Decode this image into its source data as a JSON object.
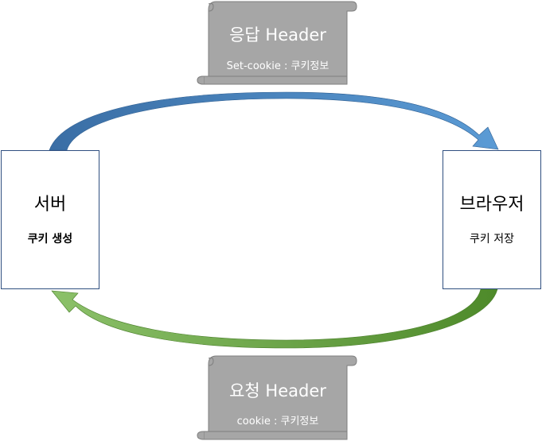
{
  "server": {
    "title": "서버",
    "subtitle": "쿠키 생성"
  },
  "browser": {
    "title": "브라우저",
    "subtitle": "쿠키 저장"
  },
  "response": {
    "title": "응답 Header",
    "subtitle": "Set-cookie : 쿠키정보"
  },
  "request": {
    "title": "요청 Header",
    "subtitle": "cookie : 쿠키정보"
  },
  "colors": {
    "box_border": "#2f4f80",
    "response_arrow_start": "#3a6ea5",
    "response_arrow_end": "#5b9bd5",
    "request_arrow_start": "#70ad47",
    "request_arrow_end": "#4e8a2a",
    "scroll_fill": "#a6a6a6",
    "scroll_stroke": "#7f7f7f"
  }
}
